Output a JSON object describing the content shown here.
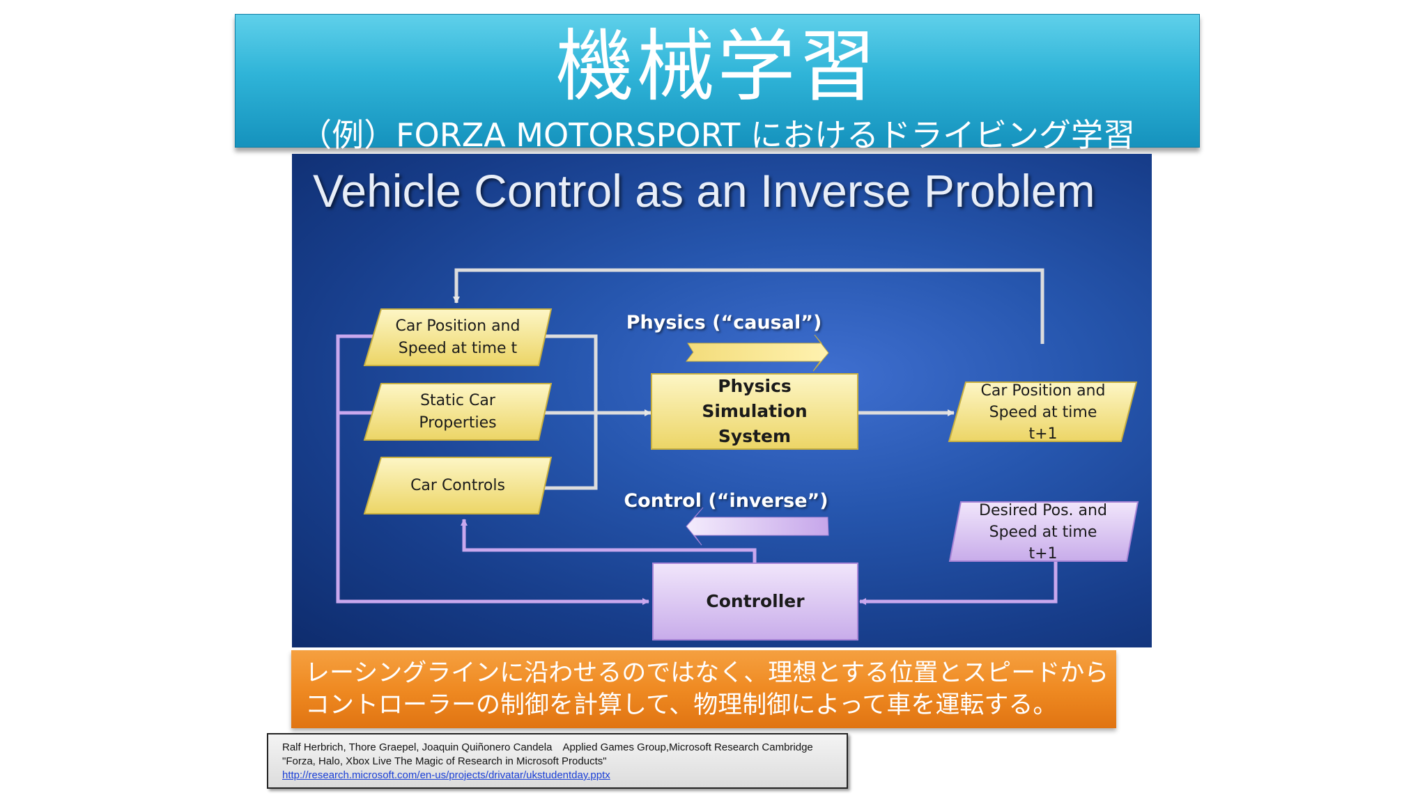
{
  "header": {
    "title": "機械学習",
    "subtitle": "（例）FORZA MOTORSPORT におけるドライビング学習"
  },
  "slide": {
    "title": "Vehicle Control as an Inverse Problem",
    "nodes": {
      "car_pos_t": [
        "Car Position and",
        "Speed at time t"
      ],
      "static_props": [
        "Static Car",
        "Properties"
      ],
      "car_controls": [
        "Car Controls"
      ],
      "physics_sim": [
        "Physics",
        "Simulation",
        "System"
      ],
      "car_pos_t1": [
        "Car Position and",
        "Speed at time",
        "t+1"
      ],
      "desired_pos": [
        "Desired Pos. and",
        "Speed at time",
        "t+1"
      ],
      "controller": [
        "Controller"
      ]
    },
    "labels": {
      "physics": "Physics (“causal”)",
      "control": "Control (“inverse”)"
    }
  },
  "note": {
    "line1": "レーシングラインに沿わせるのではなく、理想とする位置とスピードから",
    "line2": "コントローラーの制御を計算して、物理制御によって車を運転する。"
  },
  "citation": {
    "line1": "Ralf Herbrich, Thore Graepel, Joaquin Quiñonero Candela　Applied Games Group,Microsoft Research Cambridge",
    "line2": "\"Forza, Halo, Xbox Live The Magic of Research in Microsoft Products\"",
    "link": "http://research.microsoft.com/en-us/projects/drivatar/ukstudentday.pptx"
  },
  "colors": {
    "yellow_node": "#f4e58c",
    "purple_node": "#dcc8f2",
    "header_blue": "#2fb4d8",
    "note_orange": "#ef8a22"
  }
}
